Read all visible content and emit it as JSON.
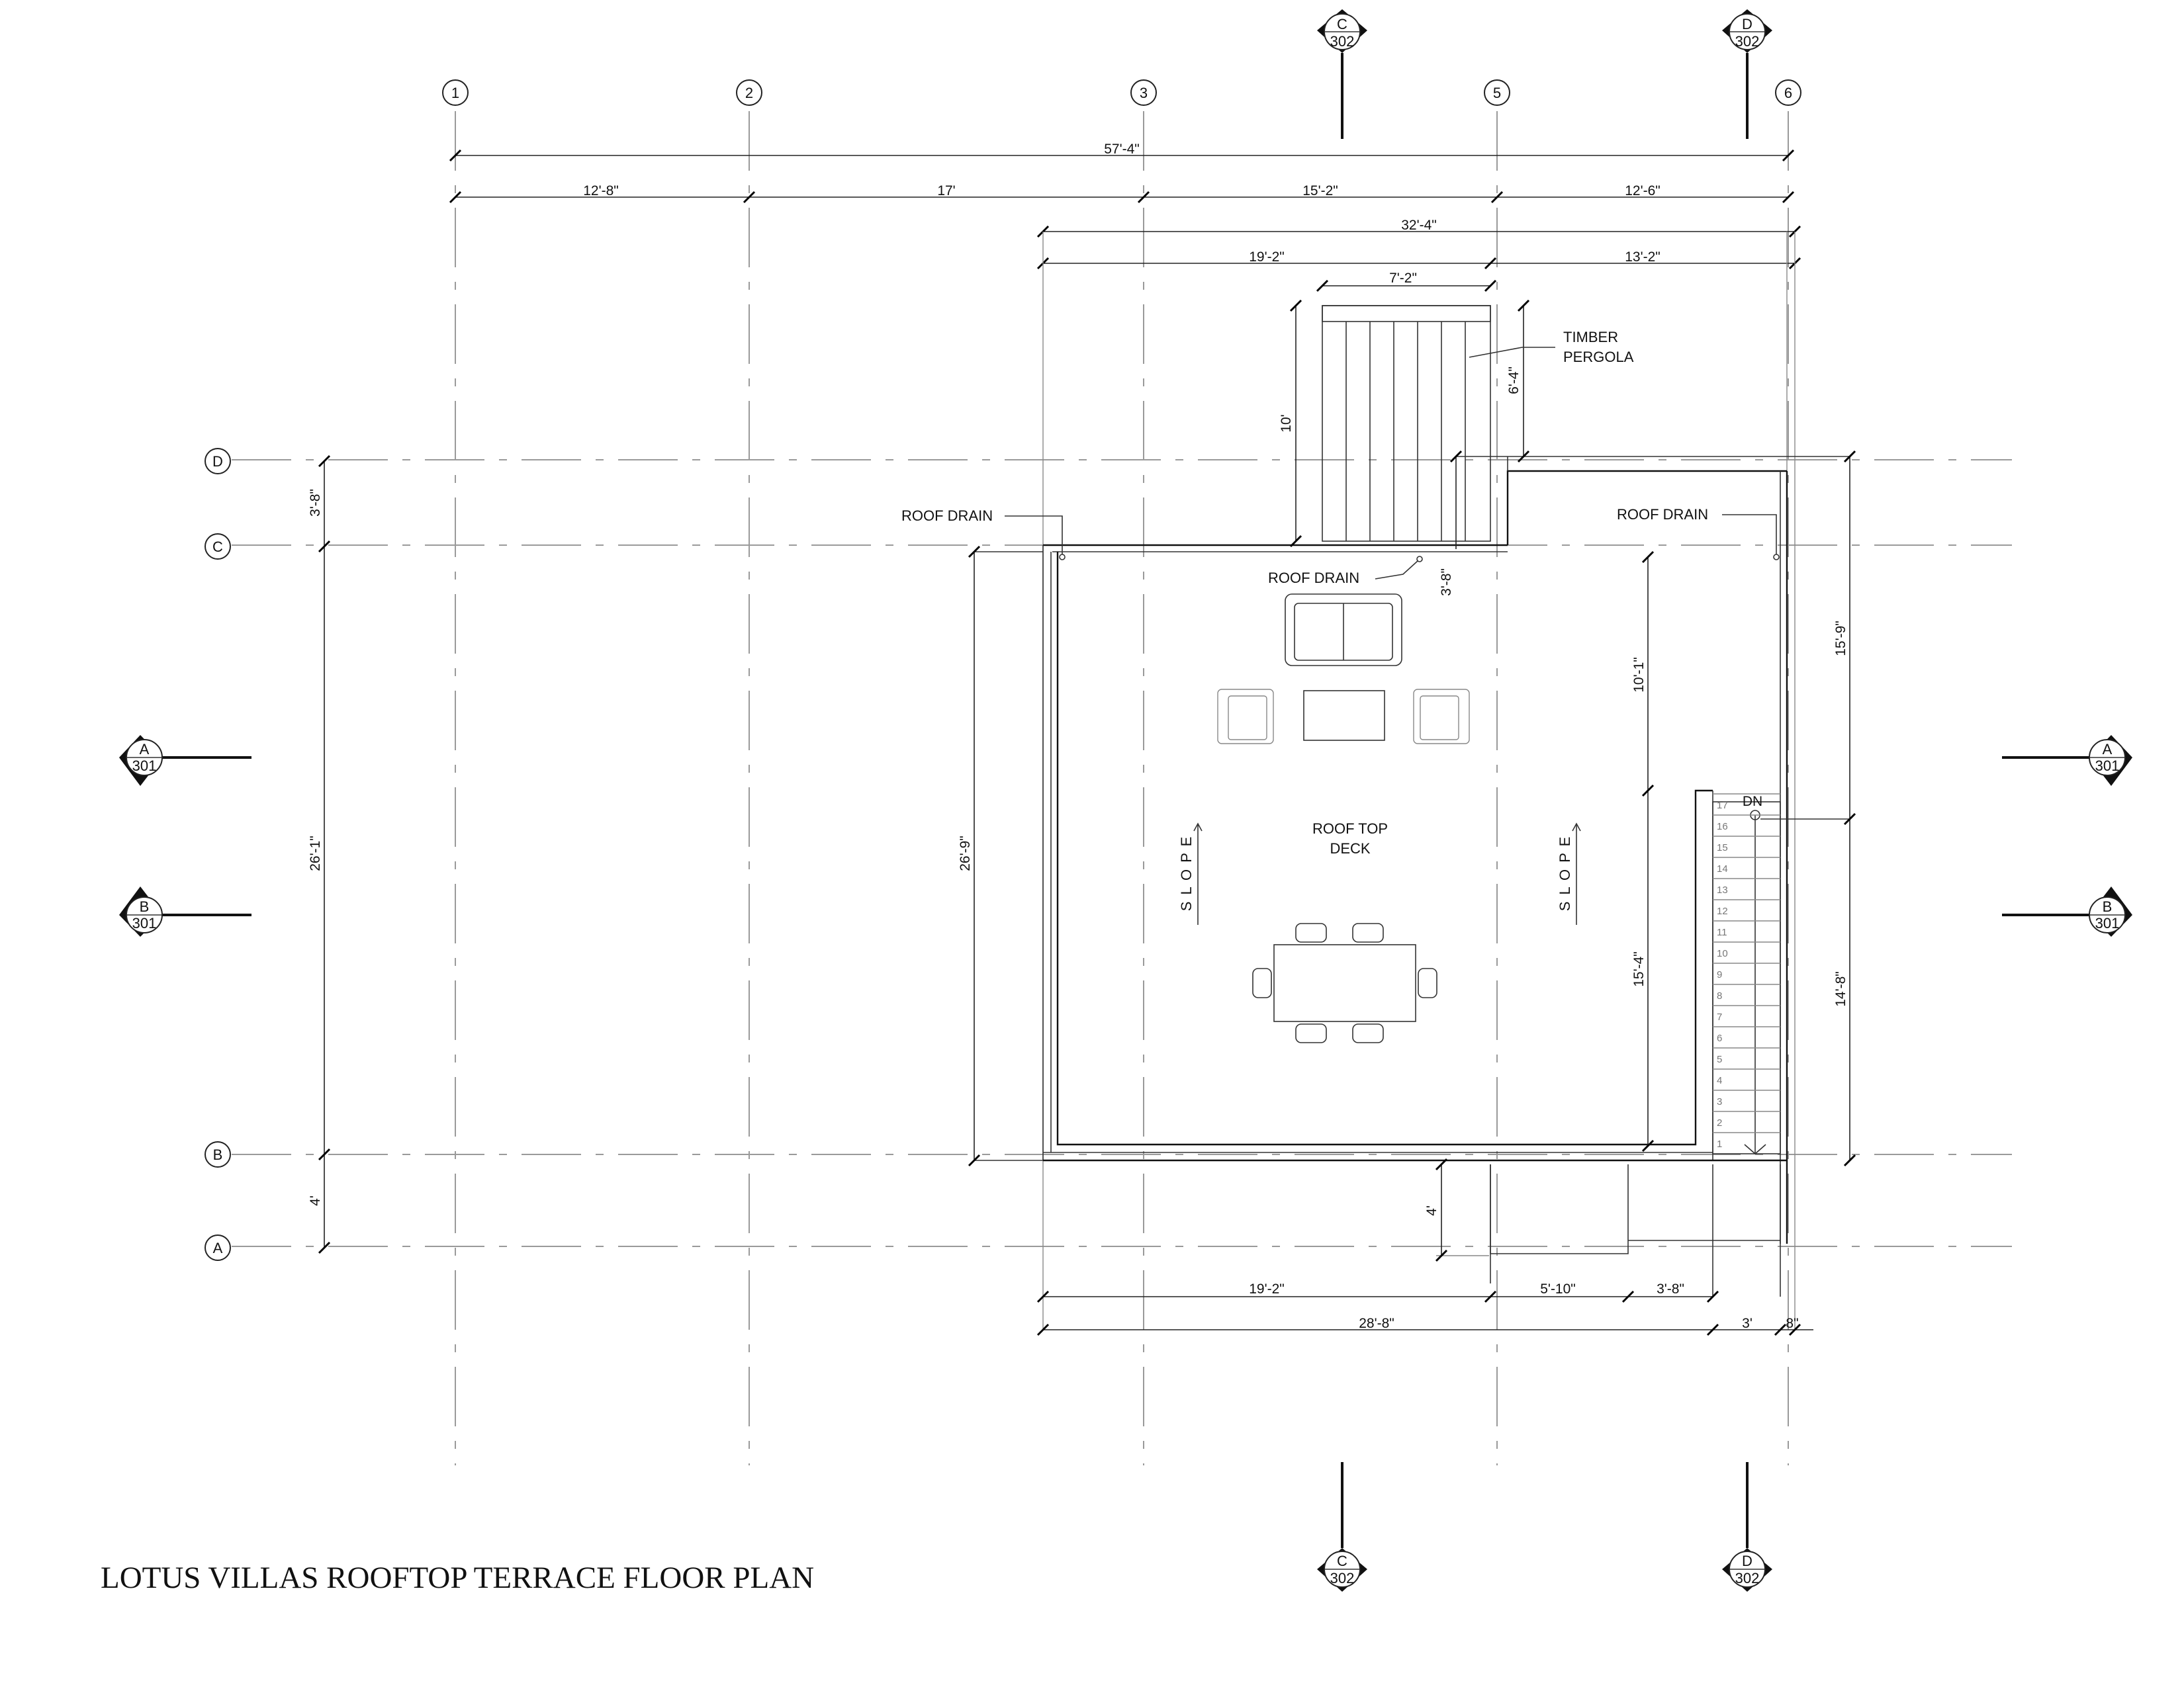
{
  "title": "LOTUS VILLAS ROOFTOP TERRACE FLOOR PLAN",
  "grid_columns": [
    "1",
    "2",
    "3",
    "5",
    "6"
  ],
  "grid_rows": [
    "D",
    "C",
    "B",
    "A"
  ],
  "section_markers": {
    "A": {
      "letter": "A",
      "sheet": "301"
    },
    "B": {
      "letter": "B",
      "sheet": "301"
    },
    "C": {
      "letter": "C",
      "sheet": "302"
    },
    "D": {
      "letter": "D",
      "sheet": "302"
    }
  },
  "dimensions": {
    "overall_width": "57'-4\"",
    "col_1_2": "12'-8\"",
    "col_2_3": "17'",
    "col_3_5": "15'-2\"",
    "col_5_6": "12'-6\"",
    "building_width": "32'-4\"",
    "top_left": "19'-2\"",
    "top_right": "13'-2\"",
    "pergola_width": "7'-2\"",
    "pergola_depth": "10'",
    "pergola_offset": "6'-4\"",
    "parapet_step": "3'-8\"",
    "row_d_c": "3'-8\"",
    "row_c_b": "26'-1\"",
    "row_b_a": "4'",
    "deck_depth": "26'-9\"",
    "deck_upper": "10'-1\"",
    "deck_lower": "15'-4\"",
    "right_upper": "15'-9\"",
    "right_lower": "14'-8\"",
    "entry_depth": "4'",
    "bottom_left": "19'-2\"",
    "bottom_mid": "5'-10\"",
    "bottom_right": "3'-8\"",
    "bottom_overall": "28'-8\"",
    "stair_width": "3'",
    "wall_thickness": "8\""
  },
  "labels": {
    "timber_pergola_1": "TIMBER",
    "timber_pergola_2": "PERGOLA",
    "roof_drain": "ROOF DRAIN",
    "deck_1": "ROOF TOP",
    "deck_2": "DECK",
    "slope": "S L O P E",
    "stair_dn": "DN"
  },
  "stair_steps": [
    "1",
    "2",
    "3",
    "4",
    "5",
    "6",
    "7",
    "8",
    "9",
    "10",
    "11",
    "12",
    "13",
    "14",
    "15",
    "16",
    "17"
  ]
}
